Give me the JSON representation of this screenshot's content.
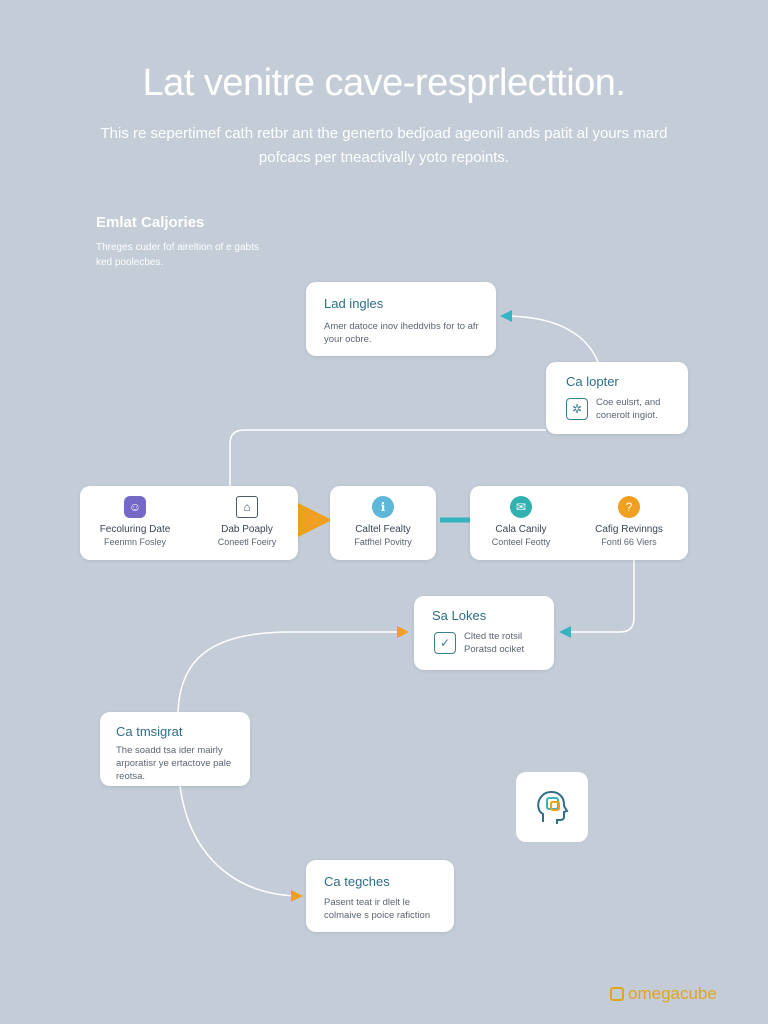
{
  "header": {
    "title": "Lat venitre cave-resprlecttion.",
    "subtitle": "This re sepertimef cath retbr ant the generto bedjoad ageonil ands patit al yours mard pofcacs per tneactivally yoto repoints."
  },
  "section": {
    "heading": "Emlat Caljories",
    "description": "Threges cuder fof aireltion of e gabts ked poolecbes."
  },
  "cards": {
    "lad": {
      "title": "Lad ingles",
      "body": "Amer datoce inov iheddvibs for to afr your ocbre."
    },
    "lopter": {
      "title": "Ca lopter",
      "body": "Coe eulsrt, and conerolt ingiot.",
      "icon": "gear-icon"
    },
    "lokes": {
      "title": "Sa Lokes",
      "body": "Clted tte rotsil Poratsd ociket",
      "icon": "check-icon"
    },
    "tmsigrat": {
      "title": "Ca tmsigrat",
      "body": "The soadd tsa ider mairly arporatisr ye ertactove pale reotsa."
    },
    "tegches": {
      "title": "Ca tegches",
      "body": "Pasent teat ir dlelt le colmaive s poice rafiction"
    }
  },
  "row": {
    "card1": {
      "nodes": [
        {
          "title": "Fecoluring Date",
          "sub": "Feenmn Fosley",
          "icon": "people-icon",
          "color": "#7469c6"
        },
        {
          "title": "Dab Poaply",
          "sub": "Coneetl Foeiry",
          "icon": "building-icon",
          "color": "#4a5a6a"
        }
      ]
    },
    "card2": {
      "nodes": [
        {
          "title": "Caltel Fealty",
          "sub": "Fatfhel Povitry",
          "icon": "info-icon",
          "color": "#5eb7d9"
        }
      ]
    },
    "card3": {
      "nodes": [
        {
          "title": "Cala Canily",
          "sub": "Conteel Feotty",
          "icon": "mail-icon",
          "color": "#33b0b0"
        },
        {
          "title": "Cafig Revinngs",
          "sub": "Fontl 66 Viers",
          "icon": "bulb-icon",
          "color": "#f0a020"
        }
      ]
    }
  },
  "brand": {
    "name": "omegacube",
    "color": "#e3a320"
  },
  "colors": {
    "background": "#c3ccd7",
    "arrow_orange": "#f0a020",
    "arrow_teal": "#38b4c0",
    "accent_teal": "#2e6e8a"
  }
}
